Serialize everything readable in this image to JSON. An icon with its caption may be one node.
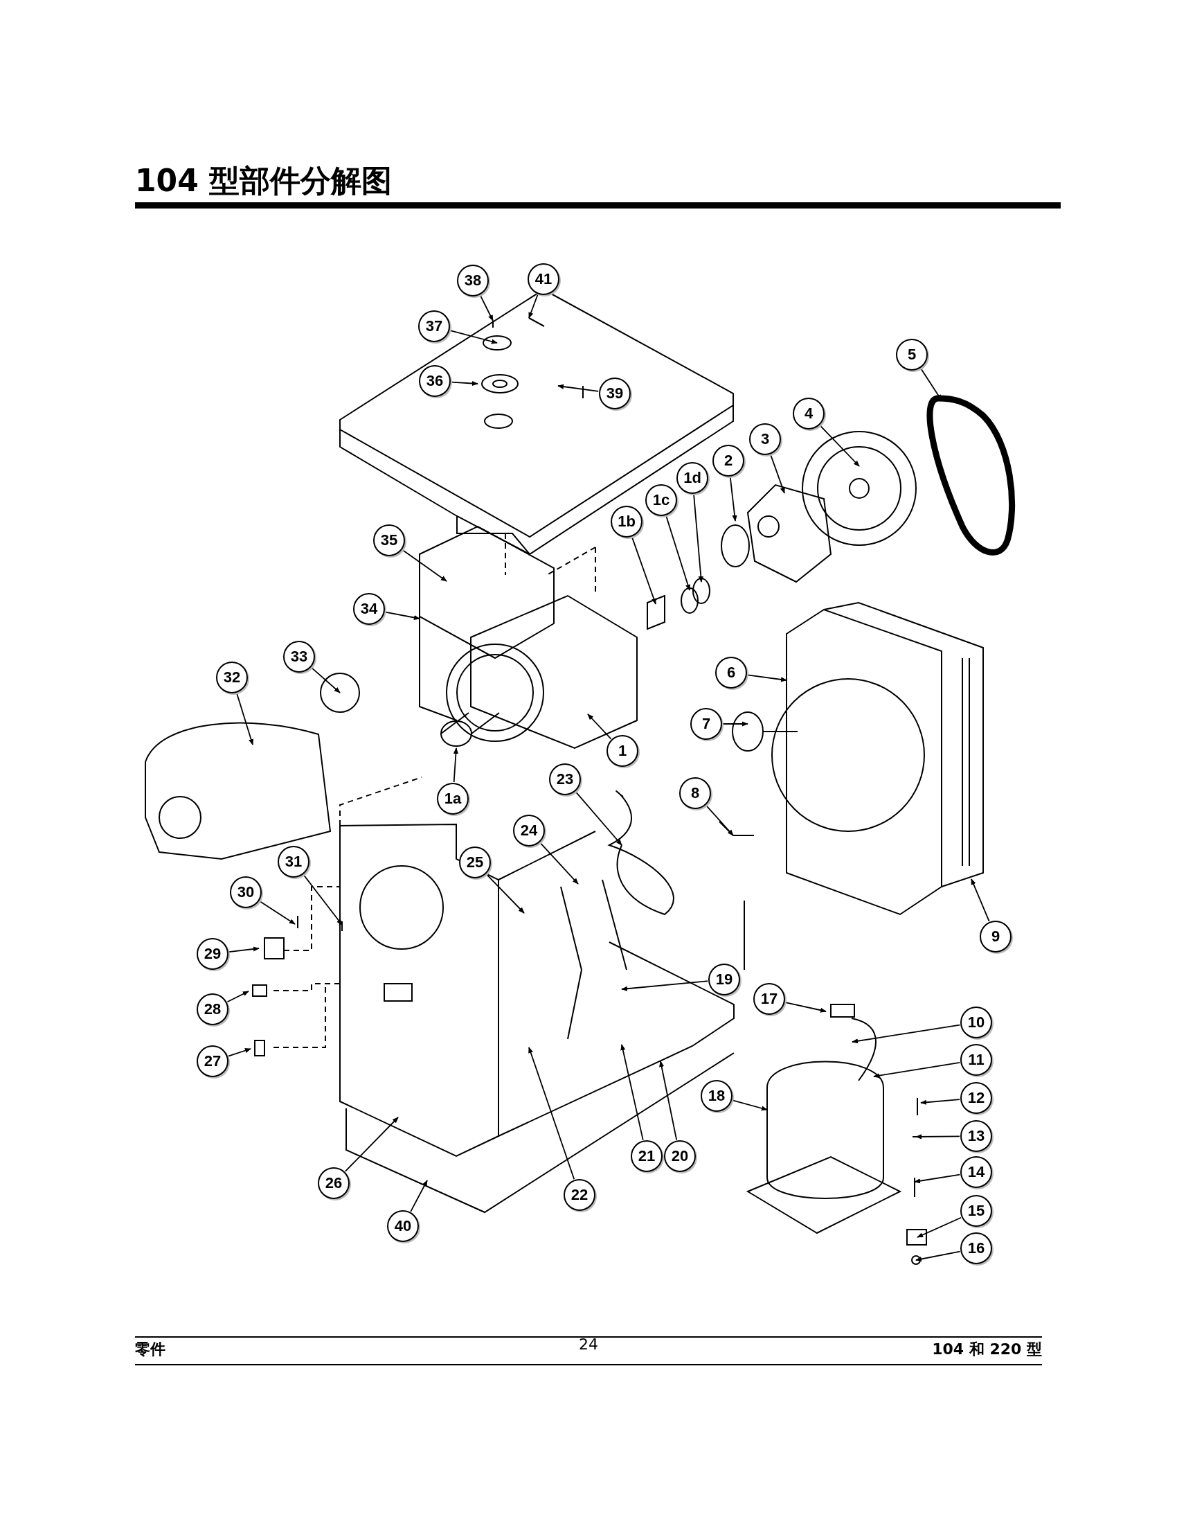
{
  "diagram": {
    "title": "104 型部件分解图",
    "nodes": [
      {
        "text": [
          "38"
        ]
      },
      {
        "text": [
          "41"
        ]
      },
      {
        "text": [
          "37"
        ]
      },
      {
        "text": [
          "5"
        ]
      },
      {
        "text": [
          "36"
        ]
      },
      {
        "text": [
          "39"
        ]
      },
      {
        "text": [
          "4"
        ]
      },
      {
        "text": [
          "3"
        ]
      },
      {
        "text": [
          "2"
        ]
      },
      {
        "text": [
          "1d"
        ]
      },
      {
        "text": [
          "1c"
        ]
      },
      {
        "text": [
          "1b"
        ]
      },
      {
        "text": [
          "35"
        ]
      },
      {
        "text": [
          "34"
        ]
      },
      {
        "text": [
          "33"
        ]
      },
      {
        "text": [
          "32"
        ]
      },
      {
        "text": [
          "6"
        ]
      },
      {
        "text": [
          "7"
        ]
      },
      {
        "text": [
          "1"
        ]
      },
      {
        "text": [
          "23"
        ]
      },
      {
        "text": [
          "8"
        ]
      },
      {
        "text": [
          "1a"
        ]
      },
      {
        "text": [
          "24"
        ]
      },
      {
        "text": [
          "31"
        ]
      },
      {
        "text": [
          "25"
        ]
      },
      {
        "text": [
          "30"
        ]
      },
      {
        "text": [
          "9"
        ]
      },
      {
        "text": [
          "29"
        ]
      },
      {
        "text": [
          "19"
        ]
      },
      {
        "text": [
          "17"
        ]
      },
      {
        "text": [
          "28"
        ]
      },
      {
        "text": [
          "10"
        ]
      },
      {
        "text": [
          "11"
        ]
      },
      {
        "text": [
          "27"
        ]
      },
      {
        "text": [
          "18"
        ]
      },
      {
        "text": [
          "12"
        ]
      },
      {
        "text": [
          "13"
        ]
      },
      {
        "text": [
          "21"
        ]
      },
      {
        "text": [
          "20"
        ]
      },
      {
        "text": [
          "14"
        ]
      },
      {
        "text": [
          "26"
        ]
      },
      {
        "text": [
          "22"
        ]
      },
      {
        "text": [
          "15"
        ]
      },
      {
        "text": [
          "40"
        ]
      },
      {
        "text": [
          "16"
        ]
      }
    ],
    "edges": [
      {
        "from": 0,
        "to": null,
        "arrow": "to"
      },
      {
        "from": 1,
        "to": null,
        "arrow": "to"
      },
      {
        "from": 2,
        "to": null,
        "arrow": "to"
      },
      {
        "from": 3,
        "to": null,
        "arrow": "to"
      },
      {
        "from": 4,
        "to": null,
        "arrow": "to"
      },
      {
        "from": 5,
        "to": null,
        "arrow": "to"
      },
      {
        "from": 6,
        "to": null,
        "arrow": "to"
      },
      {
        "from": 7,
        "to": null,
        "arrow": "to"
      },
      {
        "from": 8,
        "to": null,
        "arrow": "to"
      },
      {
        "from": 9,
        "to": null,
        "arrow": "to"
      },
      {
        "from": 10,
        "to": null,
        "arrow": "to"
      },
      {
        "from": 11,
        "to": null,
        "arrow": "to"
      },
      {
        "from": 12,
        "to": null,
        "arrow": "to"
      },
      {
        "from": 13,
        "to": null,
        "arrow": "to"
      },
      {
        "from": 14,
        "to": null,
        "arrow": "to"
      },
      {
        "from": 15,
        "to": null,
        "arrow": "to"
      },
      {
        "from": 16,
        "to": null,
        "arrow": "to"
      },
      {
        "from": 17,
        "to": null,
        "arrow": "to"
      },
      {
        "from": 18,
        "to": null,
        "arrow": "to"
      },
      {
        "from": 19,
        "to": null,
        "arrow": "to"
      },
      {
        "from": 20,
        "to": null,
        "arrow": "to"
      },
      {
        "from": 21,
        "to": null,
        "arrow": "to"
      },
      {
        "from": 22,
        "to": null,
        "arrow": "to"
      },
      {
        "from": 23,
        "to": null,
        "arrow": "to"
      },
      {
        "from": 24,
        "to": null,
        "arrow": "to"
      },
      {
        "from": 25,
        "to": null,
        "arrow": "to"
      },
      {
        "from": 26,
        "to": null,
        "arrow": "to"
      },
      {
        "from": 27,
        "to": null,
        "arrow": "to"
      },
      {
        "from": 28,
        "to": null,
        "arrow": "to"
      },
      {
        "from": 29,
        "to": null,
        "arrow": "to"
      },
      {
        "from": 30,
        "to": null,
        "arrow": "to"
      },
      {
        "from": 31,
        "to": null,
        "arrow": "to"
      },
      {
        "from": 32,
        "to": null,
        "arrow": "to"
      },
      {
        "from": 33,
        "to": null,
        "arrow": "to"
      },
      {
        "from": 34,
        "to": null,
        "arrow": "to"
      },
      {
        "from": 35,
        "to": null,
        "arrow": "to"
      },
      {
        "from": 36,
        "to": null,
        "arrow": "to"
      },
      {
        "from": 37,
        "to": null,
        "arrow": "to"
      },
      {
        "from": 38,
        "to": null,
        "arrow": "to"
      },
      {
        "from": 39,
        "to": null,
        "arrow": "to"
      },
      {
        "from": 40,
        "to": null,
        "arrow": "to"
      },
      {
        "from": 41,
        "to": null,
        "arrow": "to"
      },
      {
        "from": 42,
        "to": null,
        "arrow": "to"
      },
      {
        "from": 43,
        "to": null,
        "arrow": "to"
      },
      {
        "from": 44,
        "to": null,
        "arrow": "to"
      }
    ],
    "labels": [
      "零件",
      "24",
      "104 和 220 型"
    ]
  }
}
